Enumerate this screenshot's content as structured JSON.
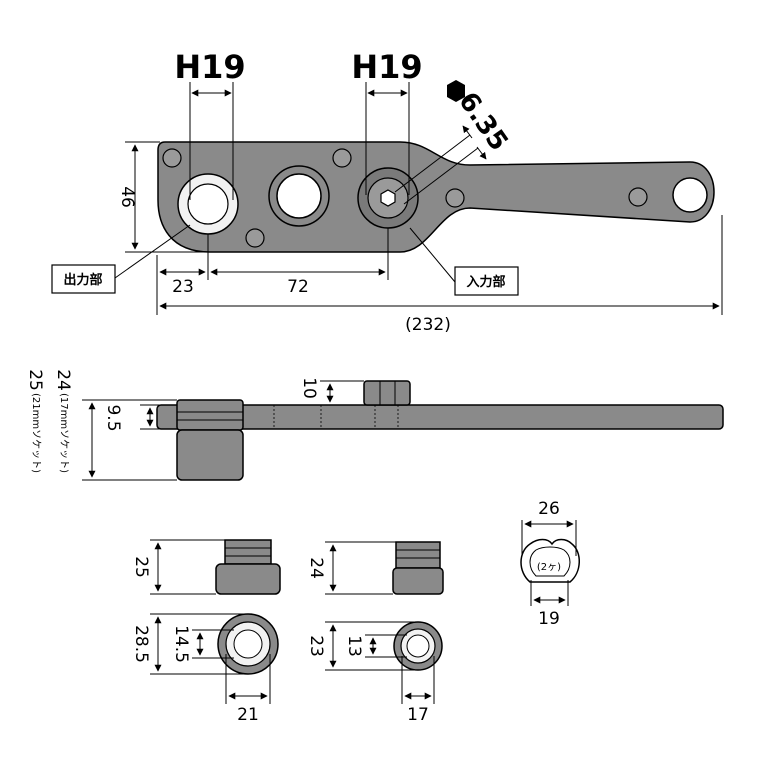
{
  "top_view": {
    "left_socket_label": "H19",
    "right_socket_label": "H19",
    "hex_label": "6.35",
    "height_label": "46",
    "offset_label": "23",
    "center_distance_label": "72",
    "total_length_label": "(232)",
    "output_label": "出力部",
    "input_label": "入力部"
  },
  "side_view": {
    "thickness_label": "10",
    "handle_label": "9.5",
    "height_17_label": "24",
    "height_17_note": "(17mmソケット)",
    "height_21_label": "25",
    "height_21_note": "(21mmソケット)"
  },
  "sockets": {
    "s21": {
      "height_label": "25",
      "outer_label": "28.5",
      "inner_label": "14.5",
      "width_label": "21"
    },
    "s17": {
      "height_label": "24",
      "outer_label": "23",
      "inner_label": "13",
      "width_label": "17"
    }
  },
  "clip": {
    "top_label": "26",
    "bottom_label": "19",
    "count_label": "(2ヶ)"
  },
  "colors": {
    "metal": "#8a8a8a",
    "metal_dark": "#6c6c6c",
    "line": "#000000"
  }
}
